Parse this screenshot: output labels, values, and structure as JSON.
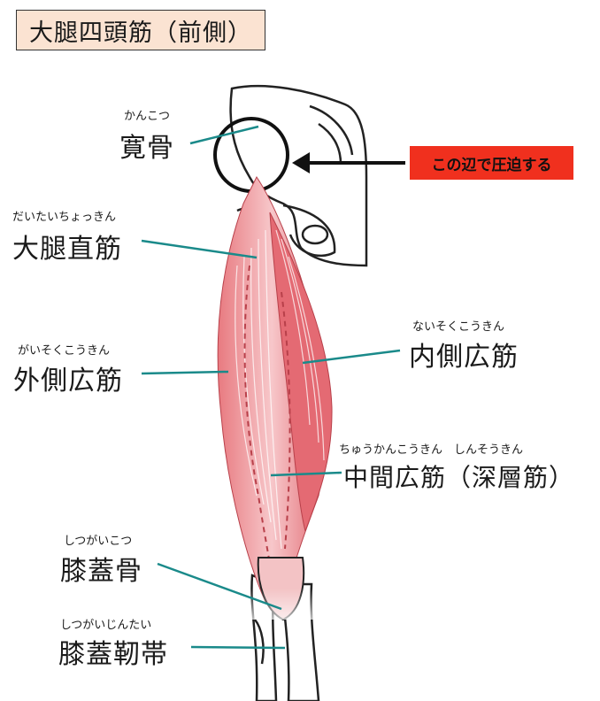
{
  "title": "大腿四頭筋（前側）",
  "callout": "この辺で圧迫する",
  "labels": {
    "ilium": {
      "ruby": "かんこつ",
      "text": "寛骨"
    },
    "rectus_femoris": {
      "ruby": "だいたいちょっきん",
      "text": "大腿直筋"
    },
    "vastus_lateralis": {
      "ruby": "がいそくこうきん",
      "text": "外側広筋"
    },
    "vastus_medialis": {
      "ruby": "ないそくこうきん",
      "text": "内側広筋"
    },
    "vastus_intermedius": {
      "ruby": "ちゅうかんこうきん　しんそうきん",
      "text": "中間広筋（深層筋）"
    },
    "patella": {
      "ruby": "しつがいこつ",
      "text": "膝蓋骨"
    },
    "patellar_ligament": {
      "ruby": "しつがいじんたい",
      "text": "膝蓋靭帯"
    }
  },
  "colors": {
    "title_bg": "#fbe3d2",
    "callout_bg": "#f0301e",
    "leader_line": "#1a8a8a",
    "muscle": "#e87a80",
    "muscle_light": "#fbe1e2"
  }
}
